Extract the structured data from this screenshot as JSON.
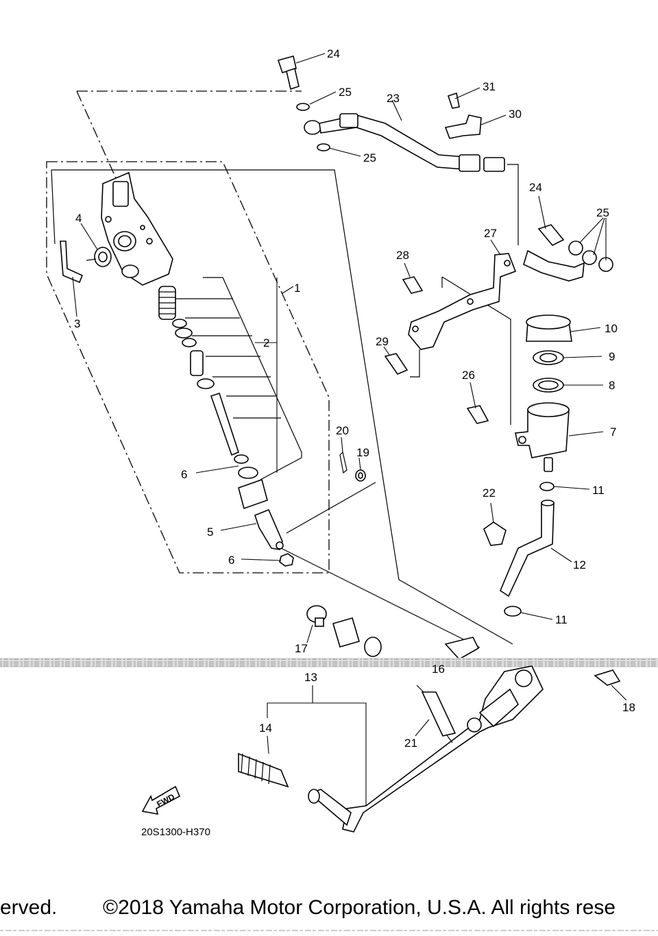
{
  "diagram": {
    "callouts": {
      "c1": "1",
      "c2": "2",
      "c3": "3",
      "c4": "4",
      "c5": "5",
      "c6a": "6",
      "c6b": "6",
      "c7": "7",
      "c8": "8",
      "c9": "9",
      "c10": "10",
      "c11a": "11",
      "c11b": "11",
      "c12": "12",
      "c13": "13",
      "c14": "14",
      "c16": "16",
      "c17": "17",
      "c18": "18",
      "c19": "19",
      "c20": "20",
      "c21": "21",
      "c22": "22",
      "c23": "23",
      "c24a": "24",
      "c24b": "24",
      "c25a": "25",
      "c25b": "25",
      "c25c": "25",
      "c26": "26",
      "c27": "27",
      "c28": "28",
      "c29": "29",
      "c30": "30",
      "c31": "31"
    },
    "diagram_code": "20S1300-H370",
    "fwd_label": "FWD"
  },
  "footer": {
    "copyright": "erved.        ©2018 Yamaha Motor Corporation, U.S.A. All rights rese"
  }
}
